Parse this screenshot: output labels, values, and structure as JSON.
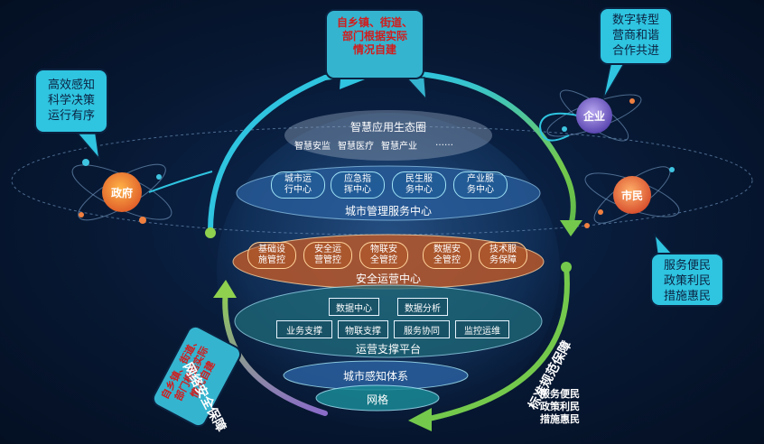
{
  "top_callout": [
    "自乡镇、街道、",
    "部门根据实际",
    "情况自建"
  ],
  "left_callout": [
    "高效感知",
    "科学决策",
    "运行有序"
  ],
  "right_top_callout": [
    "数字转型",
    "营商和谐",
    "合作共进"
  ],
  "right_bottom_callout": [
    "服务便民",
    "政策利民",
    "措施惠民"
  ],
  "bottom_left_callout": [
    "自乡镇、街道、",
    "部门根据实际",
    "情况自建"
  ],
  "bottom_right_text": [
    "服务便民",
    "政策利民",
    "措施惠民"
  ],
  "nodes": {
    "gov": "政府",
    "enterprise": "企业",
    "citizen": "市民"
  },
  "arc_labels": {
    "left": "网络安全保障",
    "right": "标准规范保障"
  },
  "ecosystem": {
    "title": "智慧应用生态圈",
    "items": [
      "智慧安监",
      "智慧医疗",
      "智慧产业",
      "……"
    ]
  },
  "city_mgmt": {
    "title": "城市管理服务中心",
    "items": [
      [
        "城市运",
        "行中心"
      ],
      [
        "应急指",
        "挥中心"
      ],
      [
        "民生服",
        "务中心"
      ],
      [
        "产业服",
        "务中心"
      ]
    ]
  },
  "security_ops": {
    "title": "安全运营中心",
    "items": [
      [
        "基础设",
        "施管控"
      ],
      [
        "安全运",
        "营管控"
      ],
      [
        "物联安",
        "全管控"
      ],
      [
        "数据安",
        "全管控"
      ],
      [
        "技术服",
        "务保障"
      ]
    ]
  },
  "ops_support": {
    "title": "运营支撑平台",
    "row1": [
      "数据中心",
      "数据分析"
    ],
    "row2": [
      "业务支撑",
      "物联支撑",
      "服务协同",
      "监控运维"
    ]
  },
  "perception": {
    "title": "城市感知体系"
  },
  "network": {
    "title": "网格"
  },
  "colors": {
    "accent_cyan": "#2fc4e0",
    "arc_green": "#8fd14f",
    "arc_purple": "#8a6cc8",
    "orange_layer": "#c8622a",
    "red_text": "#d21c1c"
  }
}
